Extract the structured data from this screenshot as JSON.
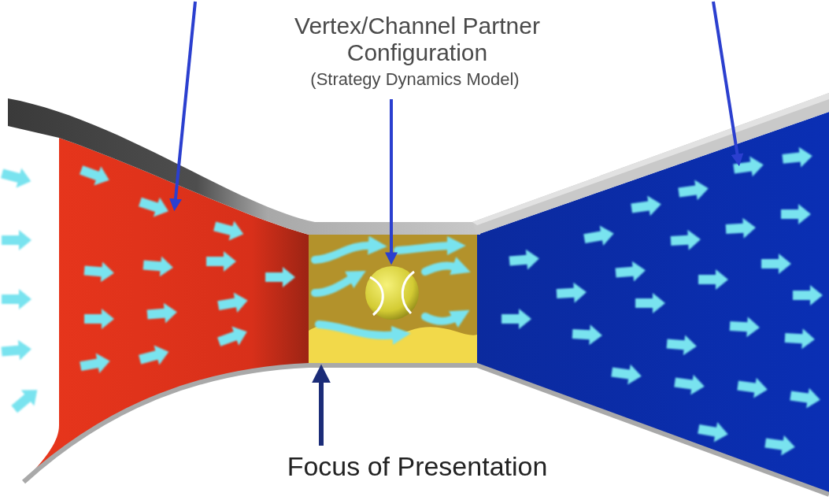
{
  "diagram": {
    "labels": [
      "Vertex/Channel Partner Configuration",
      "(Strategy Dynamics Model)",
      "Focus of Presentation"
    ]
  }
}
